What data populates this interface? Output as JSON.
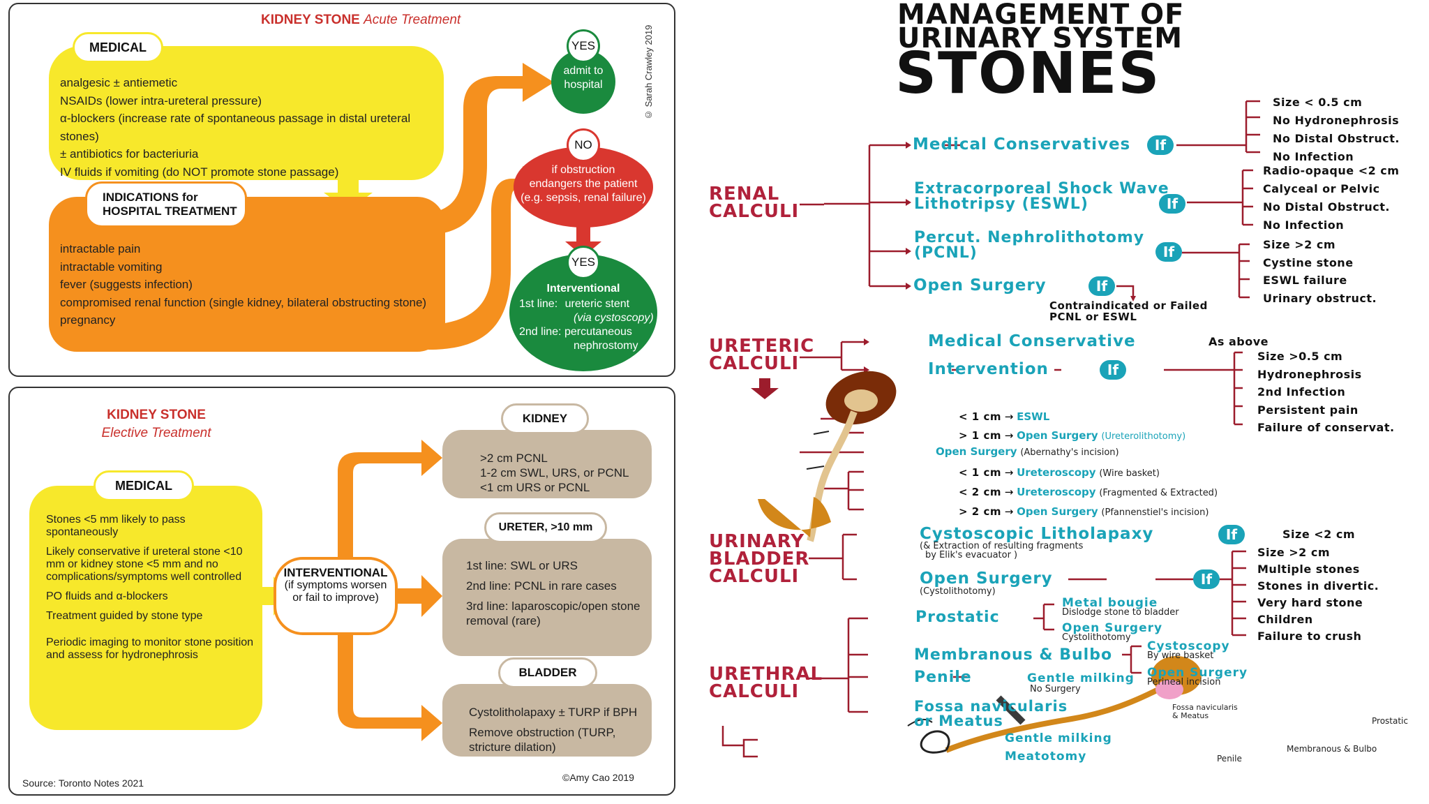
{
  "acute": {
    "title_bold": "KIDNEY STONE",
    "title_italic": "Acute Treatment",
    "copyright": "© Sarah Crawley 2019",
    "medical_label": "MEDICAL",
    "medical_items": [
      "analgesic ± antiemetic",
      "NSAIDs (lower intra-ureteral pressure)",
      "α-blockers (increase rate of spontaneous passage in distal ureteral stones)",
      "± antibiotics for bacteriuria",
      "IV fluids if vomiting (do NOT promote stone passage)"
    ],
    "indications_label_1": "INDICATIONS for",
    "indications_label_2": "HOSPITAL TREATMENT",
    "indications_items": [
      "intractable pain",
      "intractable vomiting",
      "fever (suggests infection)",
      "compromised renal function (single kidney, bilateral obstructing stone)",
      "pregnancy"
    ],
    "yes_label": "YES",
    "admit_text_1": "admit to",
    "admit_text_2": "hospital",
    "no_label": "NO",
    "obstruction_1": "if obstruction",
    "obstruction_2": "endangers the patient",
    "obstruction_3": "(e.g. sepsis, renal failure)",
    "yes2_label": "YES",
    "interventional_label": "Interventional",
    "line1_prefix": "1st line:",
    "line1_text": "ureteric stent",
    "line1_sub": "(via cystoscopy)",
    "line2_prefix": "2nd line:",
    "line2_text": "percutaneous",
    "line2_sub": "nephrostomy",
    "colors": {
      "yellow": "#f7e82b",
      "orange": "#f5901e",
      "red": "#d9372f",
      "green": "#1a8a3e"
    }
  },
  "elective": {
    "title_bold": "KIDNEY STONE",
    "title_italic": "Elective Treatment",
    "medical_label": "MEDICAL",
    "medical_items": [
      "Stones <5 mm likely to pass spontaneously",
      "Likely conservative if ureteral stone <10 mm or kidney stone <5 mm and no complications/symptoms well controlled",
      "PO fluids and α-blockers",
      "Treatment guided by stone type",
      "Periodic imaging to monitor stone position and assess for hydronephrosis"
    ],
    "interventional_label": "INTERVENTIONAL",
    "interventional_sub_1": "(if symptoms worsen",
    "interventional_sub_2": "or fail to improve)",
    "kidney_label": "KIDNEY",
    "kidney_items": [
      ">2 cm PCNL",
      "1-2 cm SWL, URS, or PCNL",
      "<1 cm URS or PCNL"
    ],
    "ureter_label": "URETER, >10 mm",
    "ureter_items": [
      "1st line: SWL or URS",
      "2nd line: PCNL in rare cases",
      "3rd line: laparoscopic/open stone removal (rare)"
    ],
    "bladder_label": "BLADDER",
    "bladder_items": [
      "Cystolitholapaxy ± TURP if BPH",
      "Remove obstruction (TURP, stricture dilation)"
    ],
    "source": "Source: Toronto Notes 2021",
    "copyright": "©Amy Cao 2019"
  },
  "management": {
    "title_1": "MANAGEMENT OF",
    "title_2": "URINARY SYSTEM",
    "title_3": "STONES",
    "if_label": "If",
    "renal": {
      "label": "RENAL CALCULI",
      "medical": "Medical Conservatives",
      "medical_conditions": [
        "Size < 0.5 cm",
        "No Hydronephrosis",
        "No Distal Obstruct.",
        "No Infection"
      ],
      "eswl_1": "Extracorporeal Shock Wave",
      "eswl_2": "Lithotripsy (ESWL)",
      "eswl_conditions": [
        "Radio-opaque <2 cm",
        "Calyceal or Pelvic",
        "No Distal Obstruct.",
        "No Infection"
      ],
      "pcnl_1": "Percut. Nephrolithotomy",
      "pcnl_2": "(PCNL)",
      "pcnl_conditions": [
        "Size >2 cm",
        "Cystine stone",
        "ESWL failure",
        "Urinary obstruct."
      ],
      "open": "Open Surgery",
      "open_note_1": "Contraindicated or Failed",
      "open_note_2": "PCNL or ESWL"
    },
    "ureteric": {
      "label": "URETERIC CALCULI",
      "medical": "Medical Conservative",
      "as_above": "As above",
      "intervention": "Intervention",
      "intervention_conditions": [
        "Size >0.5 cm",
        "Hydronephrosis",
        "2nd Infection",
        "Persistent pain",
        "Failure of conservat."
      ],
      "upper": [
        {
          "size": "< 1 cm",
          "tx": "ESWL",
          "note": ""
        },
        {
          "size": "> 1 cm",
          "tx": "Open Surgery",
          "note": "(Ureterolithotomy)"
        }
      ],
      "middle": {
        "tx": "Open Surgery",
        "note": "(Abernathy's incision)"
      },
      "lower": [
        {
          "size": "< 1 cm",
          "tx": "Ureteroscopy",
          "note": "(Wire basket)"
        },
        {
          "size": "< 2 cm",
          "tx": "Ureteroscopy",
          "note": "(Fragmented & Extracted)"
        },
        {
          "size": "> 2 cm",
          "tx": "Open Surgery",
          "note": "(Pfannenstiel's incision)"
        }
      ]
    },
    "bladder": {
      "label": "URINARY BLADDER CALCULI",
      "cysto": "Cystoscopic Litholapaxy",
      "cysto_note_1": "(& Extraction of resulting fragments",
      "cysto_note_2": "by Elik's evacuator )",
      "cysto_condition": "Size <2 cm",
      "open": "Open Surgery",
      "open_note": "(Cystolithotomy)",
      "open_conditions": [
        "Size >2 cm",
        "Multiple stones",
        "Stones in divertic.",
        "Very hard stone",
        "Children",
        "Failure to crush"
      ]
    },
    "urethral": {
      "label": "URETHRAL CALCULI",
      "prostatic": "Prostatic",
      "metal_bougie": "Metal bougie",
      "metal_bougie_note": "Dislodge stone to bladder",
      "open_surgery": "Open Surgery",
      "open_surgery_note": "Cystolithotomy",
      "membranous": "Membranous & Bulbo",
      "cystoscopy": "Cystoscopy",
      "cystoscopy_note": "By wire basket",
      "open_surgery_2": "Open Surgery",
      "open_surgery_2_note": "Perineal incision",
      "penile": "Penile",
      "gentle_milking": "Gentle milking",
      "no_surgery": "No Surgery",
      "fossa_1": "Fossa navicularis",
      "fossa_2": "or Meatus",
      "gentle_milking_2": "Gentle milking",
      "meatotomy": "Meatotomy",
      "diagram_labels": {
        "fossa": "Fossa navicularis",
        "meatus": "& Meatus",
        "penile": "Penile",
        "membranous": "Membranous & Bulbo",
        "prostatic": "Prostatic"
      }
    },
    "colors": {
      "teal": "#1aa3b8",
      "maroon": "#b0213a",
      "arrow": "#9c1c2c"
    }
  }
}
